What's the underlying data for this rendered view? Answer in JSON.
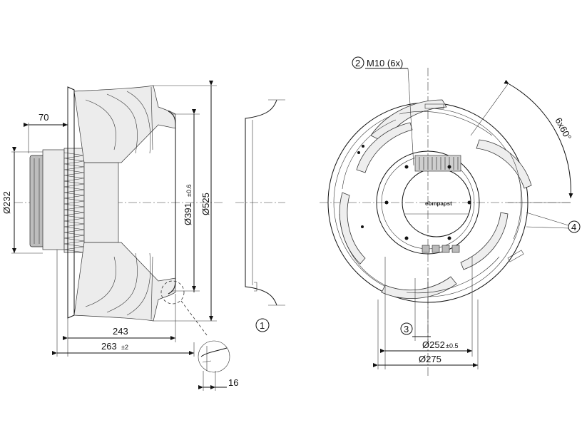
{
  "dimensions": {
    "d70": "70",
    "d232": "Ø232",
    "d391": "Ø391",
    "d391_tol": "±0.6",
    "d525": "Ø525",
    "d243": "243",
    "d263": "263",
    "d263_tol": "±2",
    "d16": "16",
    "d252": "Ø252",
    "d252_tol": "±0.5",
    "d275": "Ø275",
    "angle": "6x60°"
  },
  "callouts": {
    "c1": "1",
    "c2": "2",
    "c2_text": "M10 (6x)",
    "c3": "3",
    "c4": "4"
  },
  "labels": {
    "brand": "ebmpapst"
  }
}
